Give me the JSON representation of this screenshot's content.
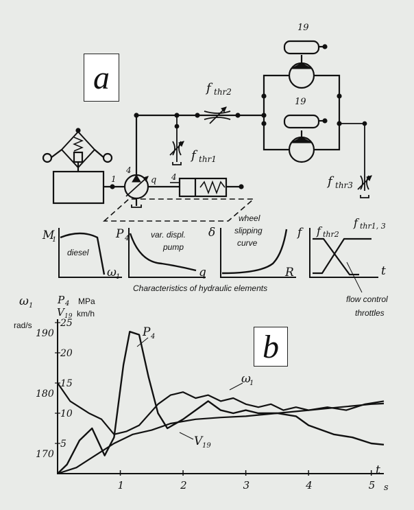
{
  "panel_a_label": "a",
  "panel_b_label": "b",
  "schematic": {
    "f_thr2": "thr2",
    "f_thr1": "thr1",
    "f_thr3": "thr3",
    "f_letter": "f",
    "num_19_top": "19",
    "num_19_mid": "19",
    "num_1": "1",
    "num_4a": "4",
    "num_q": "q",
    "num_4b": "4"
  },
  "characteristics": {
    "caption": "Characteristics of hydraulic elements",
    "diesel": {
      "y_label": "M",
      "y_sub": "1",
      "x_label": "ω",
      "x_sub": "1",
      "name": "diesel"
    },
    "pump": {
      "y_label": "P",
      "y_sub": "4",
      "x_label": "q",
      "name_line1": "var. displ.",
      "name_line2": "pump"
    },
    "wheel": {
      "y_label": "δ",
      "x_label": "R",
      "name_line1": "wheel",
      "name_line2": "slipping",
      "name_line3": "curve"
    },
    "throttle": {
      "y_label": "f",
      "x_label": "t",
      "curve1_sub": "thr2",
      "curve2_sub": "thr1, 3",
      "note_line1": "flow control",
      "note_line2": "throttles"
    }
  },
  "chart_data": {
    "type": "line",
    "x_label": "t",
    "x_unit": "s",
    "x_ticks": [
      "1",
      "2",
      "3",
      "4",
      "5"
    ],
    "y_axis_labels": {
      "omega": "ω",
      "omega_sub": "1",
      "p": "P",
      "p_sub": "4",
      "v": "V",
      "v_sub": "19",
      "mpa": "MPa",
      "kmh": "km/h",
      "rads": "rad/s"
    },
    "left_ticks": [
      "190",
      "180",
      "170"
    ],
    "right_ticks": [
      "25",
      "20",
      "15",
      "10",
      "5"
    ],
    "series": [
      {
        "name": "P",
        "sub": "4"
      },
      {
        "name": "ω",
        "sub": "1"
      },
      {
        "name": "V",
        "sub": "19"
      }
    ],
    "xlim": [
      0,
      5.2
    ],
    "ylim_pressure": [
      0,
      25
    ],
    "ylim_speed": [
      166.7,
      191.7
    ]
  }
}
